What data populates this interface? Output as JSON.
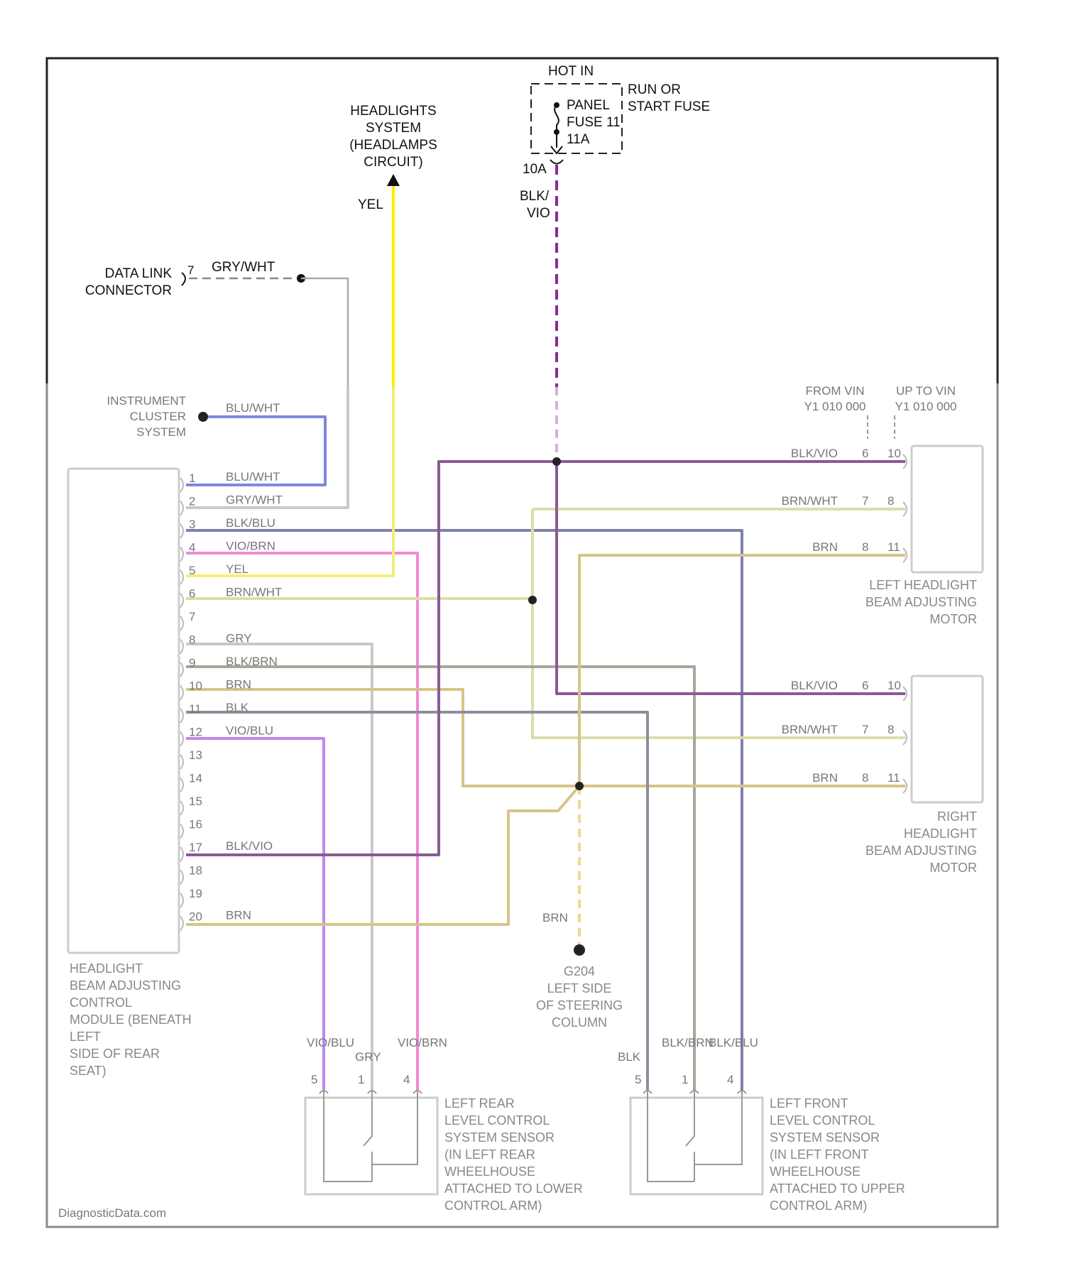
{
  "hot_in": {
    "title": "HOT IN",
    "fuse_note_line1": "RUN OR",
    "fuse_note_line2": "START FUSE",
    "fuse_name_line1": "PANEL",
    "fuse_name_line2": "FUSE 11",
    "fuse_rating": "11A",
    "terminal": "10A",
    "wire_line1": "BLK/",
    "wire_line2": "VIO"
  },
  "headlights_system": {
    "line1": "HEADLIGHTS",
    "line2": "SYSTEM",
    "line3": "(HEADLAMPS",
    "line4": "CIRCUIT)",
    "wire": "YEL"
  },
  "data_link": {
    "line1": "DATA LINK",
    "line2": "CONNECTOR",
    "pin": "7",
    "wire": "GRY/WHT"
  },
  "instrument_cluster": {
    "line1": "INSTRUMENT",
    "line2": "CLUSTER",
    "line3": "SYSTEM",
    "wire": "BLU/WHT"
  },
  "control_module": {
    "pins": [
      {
        "num": "1",
        "wire": "BLU/WHT"
      },
      {
        "num": "2",
        "wire": "GRY/WHT"
      },
      {
        "num": "3",
        "wire": "BLK/BLU"
      },
      {
        "num": "4",
        "wire": "VIO/BRN"
      },
      {
        "num": "5",
        "wire": "YEL"
      },
      {
        "num": "6",
        "wire": "BRN/WHT"
      },
      {
        "num": "7",
        "wire": ""
      },
      {
        "num": "8",
        "wire": "GRY"
      },
      {
        "num": "9",
        "wire": "BLK/BRN"
      },
      {
        "num": "10",
        "wire": "BRN"
      },
      {
        "num": "11",
        "wire": "BLK"
      },
      {
        "num": "12",
        "wire": "VIO/BLU"
      },
      {
        "num": "13",
        "wire": ""
      },
      {
        "num": "14",
        "wire": ""
      },
      {
        "num": "15",
        "wire": ""
      },
      {
        "num": "16",
        "wire": ""
      },
      {
        "num": "17",
        "wire": "BLK/VIO"
      },
      {
        "num": "18",
        "wire": ""
      },
      {
        "num": "19",
        "wire": ""
      },
      {
        "num": "20",
        "wire": "BRN"
      }
    ],
    "label": [
      "HEADLIGHT",
      "BEAM ADJUSTING",
      "CONTROL",
      "MODULE (BENEATH",
      "LEFT",
      "SIDE OF REAR",
      "SEAT)"
    ]
  },
  "left_motor": {
    "vin_from": [
      "FROM VIN",
      "Y1 010 000"
    ],
    "vin_up": [
      "UP TO VIN",
      "Y1 010 000"
    ],
    "rows": [
      {
        "wire": "BLK/VIO",
        "pin_a": "6",
        "pin_b": "10"
      },
      {
        "wire": "BRN/WHT",
        "pin_a": "7",
        "pin_b": "8"
      },
      {
        "wire": "BRN",
        "pin_a": "8",
        "pin_b": "11"
      }
    ],
    "label": [
      "LEFT HEADLIGHT",
      "BEAM ADJUSTING",
      "MOTOR"
    ]
  },
  "right_motor": {
    "rows": [
      {
        "wire": "BLK/VIO",
        "pin_a": "6",
        "pin_b": "10"
      },
      {
        "wire": "BRN/WHT",
        "pin_a": "7",
        "pin_b": "8"
      },
      {
        "wire": "BRN",
        "pin_a": "8",
        "pin_b": "11"
      }
    ],
    "label": [
      "RIGHT",
      "HEADLIGHT",
      "BEAM ADJUSTING",
      "MOTOR"
    ]
  },
  "ground": {
    "wire": "BRN",
    "label": [
      "G204",
      "LEFT SIDE",
      "OF STEERING",
      "COLUMN"
    ]
  },
  "rear_sensor": {
    "wires": [
      "VIO/BLU",
      "GRY",
      "VIO/BRN"
    ],
    "pins": [
      "5",
      "1",
      "4"
    ],
    "label": [
      "LEFT REAR",
      "LEVEL CONTROL",
      "SYSTEM SENSOR",
      "(IN LEFT REAR",
      "WHEELHOUSE",
      "ATTACHED TO LOWER",
      "CONTROL ARM)"
    ]
  },
  "front_sensor": {
    "wires": [
      "BLK",
      "BLK/BRN",
      "BLK/BLU"
    ],
    "pins": [
      "5",
      "1",
      "4"
    ],
    "label": [
      "LEFT FRONT",
      "LEVEL CONTROL",
      "SYSTEM SENSOR",
      "(IN LEFT FRONT",
      "WHEELHOUSE",
      "ATTACHED TO UPPER",
      "CONTROL ARM)"
    ]
  },
  "watermark": "DiagnosticData.com",
  "colors": {
    "frame": "#222222",
    "yellow": "#ffee44",
    "blk_vio": "#8a5a94",
    "blu_wht": "#7f86e0",
    "gry": "#c9c9c9",
    "blk_blu": "#7c82a6",
    "vio_brn": "#f08ad2",
    "brn_wht": "#dedcaa",
    "blk_brn": "#a7a79a",
    "brn": "#d6c489",
    "blk": "#8b8f9a",
    "vio_blu": "#c088ee"
  }
}
